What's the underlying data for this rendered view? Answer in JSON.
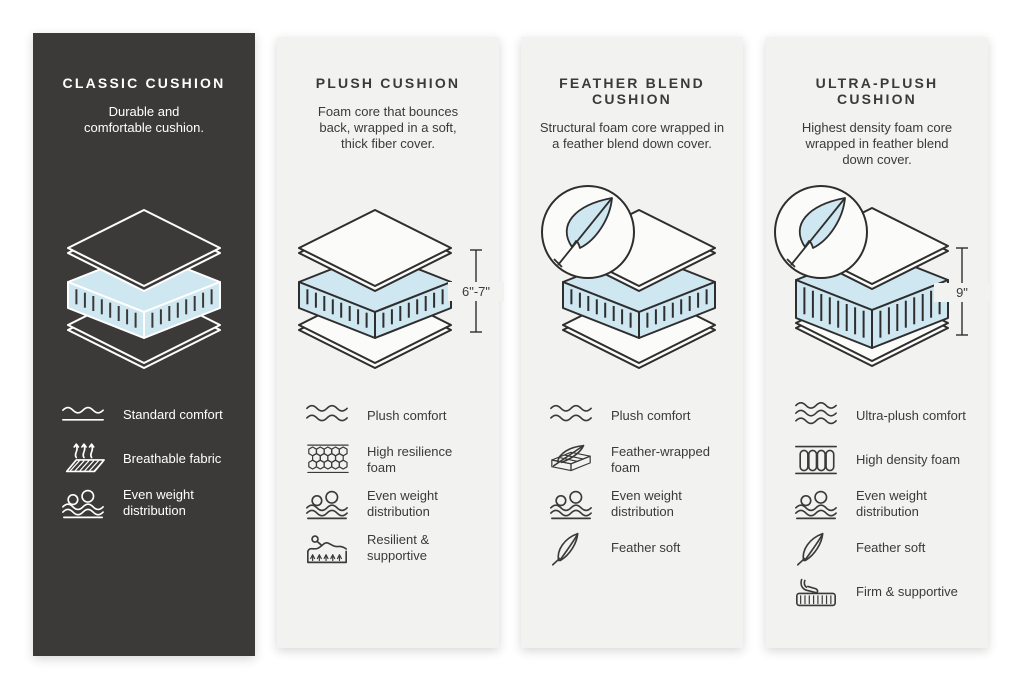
{
  "colors": {
    "dark_card_bg": "#3b3a38",
    "light_card_bg": "#f2f2f1",
    "foam_fill": "#cfe7f0",
    "stroke_dark": "#2e2e2e",
    "text_dark": "#3a3a3a",
    "text_light": "#ffffff"
  },
  "columns": [
    {
      "id": "classic",
      "theme": "dark",
      "title": "CLASSIC CUSHION",
      "description": "Durable and\ncomfortable cushion.",
      "diagram": {
        "icon": "cushion-layers",
        "feather": false,
        "measurement": null,
        "foam": "regular"
      },
      "features": [
        {
          "icon": "wave-single",
          "label": "Standard comfort"
        },
        {
          "icon": "breathable",
          "label": "Breathable fabric"
        },
        {
          "icon": "weight-distribution",
          "label": "Even weight\ndistribution"
        }
      ]
    },
    {
      "id": "plush",
      "theme": "light",
      "title": "PLUSH CUSHION",
      "description": "Foam core that bounces\nback, wrapped in a soft,\nthick fiber cover.",
      "diagram": {
        "icon": "cushion-layers",
        "feather": false,
        "measurement": "6\"-7\"",
        "foam": "regular"
      },
      "features": [
        {
          "icon": "wave-double",
          "label": "Plush comfort"
        },
        {
          "icon": "honeycomb",
          "label": "High resilience\nfoam"
        },
        {
          "icon": "weight-distribution",
          "label": "Even weight\ndistribution"
        },
        {
          "icon": "resilient",
          "label": "Resilient &\nsupportive"
        }
      ]
    },
    {
      "id": "feather-blend",
      "theme": "light",
      "title": "FEATHER BLEND\nCUSHION",
      "description": "Structural foam core wrapped in\na feather blend down cover.",
      "diagram": {
        "icon": "cushion-layers",
        "feather": true,
        "measurement": null,
        "foam": "regular"
      },
      "features": [
        {
          "icon": "wave-double",
          "label": "Plush comfort"
        },
        {
          "icon": "feather-wrapped",
          "label": "Feather-wrapped\nfoam"
        },
        {
          "icon": "weight-distribution",
          "label": "Even weight\ndistribution"
        },
        {
          "icon": "feather",
          "label": "Feather soft"
        }
      ]
    },
    {
      "id": "ultra-plush",
      "theme": "light",
      "title": "ULTRA-PLUSH\nCUSHION",
      "description": "Highest density foam core\nwrapped in feather blend\ndown cover.",
      "diagram": {
        "icon": "cushion-layers",
        "feather": true,
        "measurement": "9\"",
        "foam": "thick"
      },
      "features": [
        {
          "icon": "wave-triple",
          "label": "Ultra-plush comfort"
        },
        {
          "icon": "density",
          "label": "High density foam"
        },
        {
          "icon": "weight-distribution",
          "label": "Even weight\ndistribution"
        },
        {
          "icon": "feather",
          "label": "Feather soft"
        },
        {
          "icon": "firm",
          "label": "Firm & supportive"
        }
      ]
    }
  ]
}
